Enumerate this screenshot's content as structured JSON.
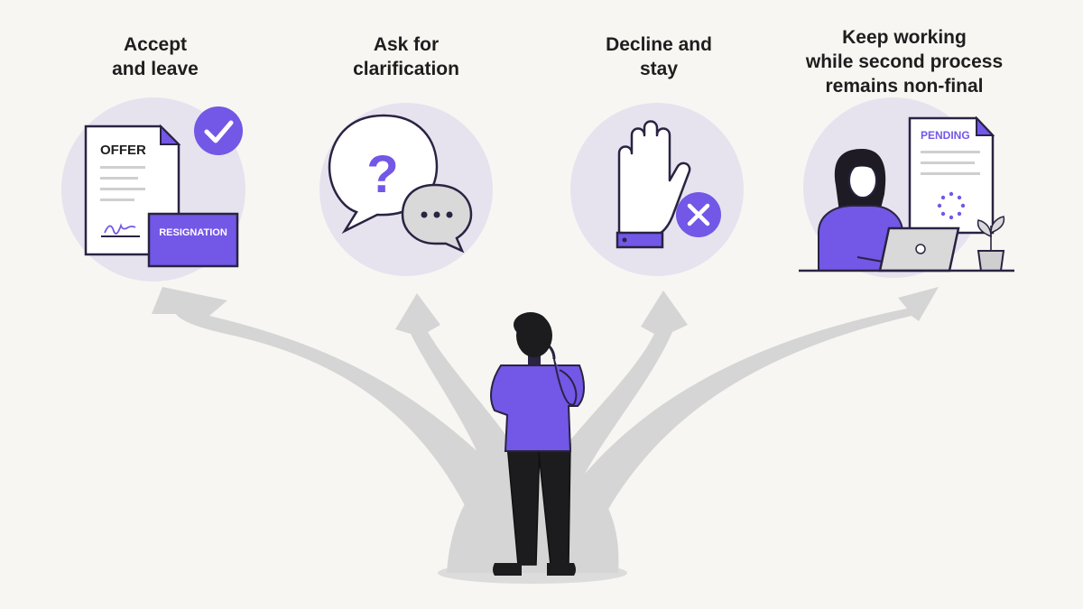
{
  "options": [
    {
      "id": "accept",
      "title": "Accept\nand leave",
      "doc_label": "OFFER",
      "card_label": "RESIGNATION",
      "badge": "check-icon"
    },
    {
      "id": "clarify",
      "title": "Ask for\nclarification",
      "badge": "question-icon"
    },
    {
      "id": "decline",
      "title": "Decline and\nstay",
      "badge": "x-icon"
    },
    {
      "id": "keep",
      "title": "Keep working\nwhile second process\nremains non-final",
      "doc_label": "PENDING"
    }
  ],
  "colors": {
    "accent": "#7357e6",
    "accent_dark": "#2a2342",
    "circle": "#e6e3ef",
    "arrows": "#d4d4d4",
    "background": "#f8f6f2"
  }
}
